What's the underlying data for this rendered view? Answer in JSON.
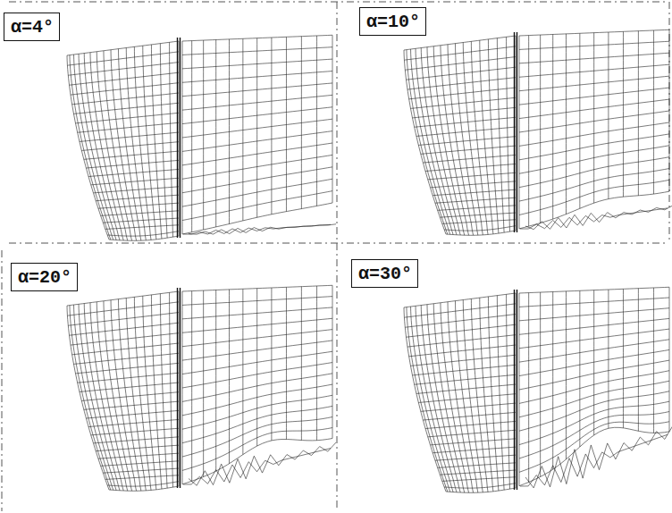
{
  "diagram": {
    "nodes": [
      {
        "text": [
          "α=4°"
        ]
      },
      {
        "text": [
          "α=10°"
        ]
      },
      {
        "text": [
          "α=20°"
        ]
      },
      {
        "text": [
          "α=30°"
        ]
      }
    ]
  }
}
